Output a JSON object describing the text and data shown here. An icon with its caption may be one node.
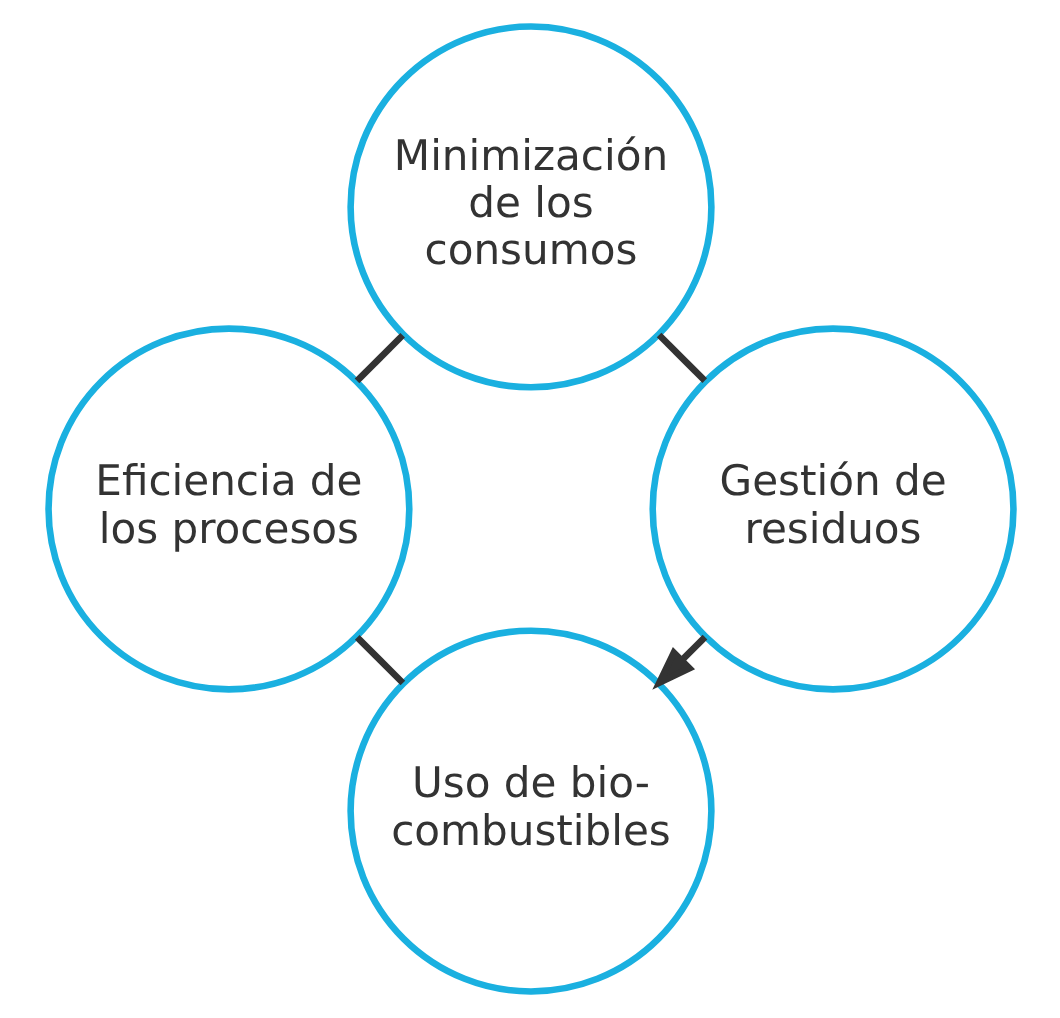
{
  "diagram": {
    "nodes": [
      {
        "text": [
          "Uso de bio- combustibles"
        ]
      },
      {
        "text": [
          "Eficiencia de los procesos"
        ]
      },
      {
        "text": [
          "Minimización de los consumos"
        ]
      },
      {
        "text": [
          "Gestión de residuos"
        ]
      }
    ],
    "edges": [
      {
        "from": 0,
        "to": 1,
        "arrow": "none"
      },
      {
        "from": 1,
        "to": 2,
        "arrow": "none"
      },
      {
        "from": 2,
        "to": 3,
        "arrow": "none"
      },
      {
        "from": 3,
        "to": 0,
        "arrow": "to"
      }
    ]
  }
}
